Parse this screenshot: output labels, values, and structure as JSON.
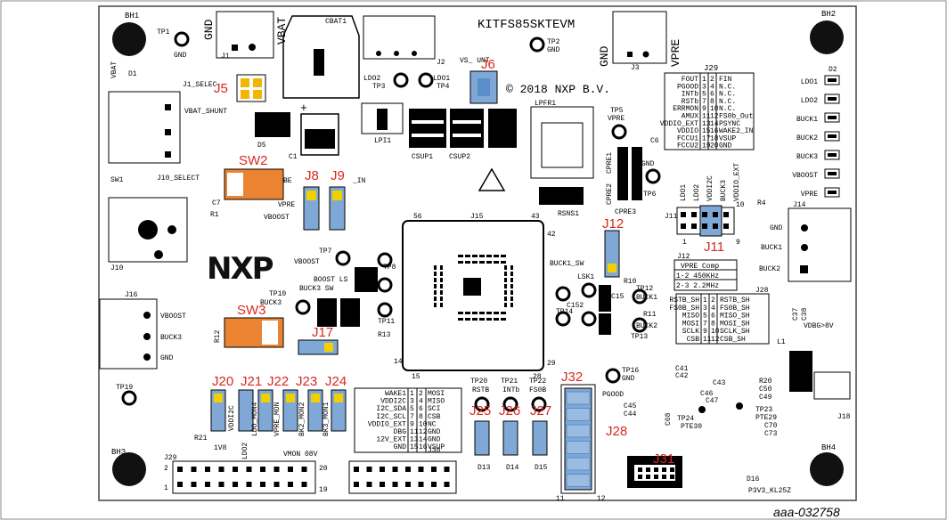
{
  "board": {
    "name": "KITFS85SKTEVM",
    "copyright": "© 2018 NXP B.V.",
    "logo": "NXP",
    "figure_id": "aaa-032758"
  },
  "jumper_labels": {
    "J5": "J5",
    "J6": "J6",
    "J8": "J8",
    "J9": "J9",
    "J11": "J11",
    "J12": "J12",
    "J17": "J17",
    "J20": "J20",
    "J21": "J21",
    "J22": "J22",
    "J23": "J23",
    "J24": "J24",
    "J25": "J25",
    "J26": "J26",
    "J27": "J27",
    "J28": "J28",
    "J31": "J31",
    "J32": "J32",
    "SW2": "SW2",
    "SW3": "SW3"
  },
  "silk": {
    "bh1": "BH1",
    "bh2": "BH2",
    "bh3": "BH3",
    "bh4": "BH4",
    "tp1": "TP1",
    "gnd": "GND",
    "vbat": "VBAT",
    "vpre": "VPRE",
    "cbat1": "CBAT1",
    "j1": "J1",
    "j2": "J2",
    "j3": "J3",
    "tp2": "TP2",
    "vs_unt": "VS_      UNT",
    "ldo2": "LDO2",
    "ldo1": "LDO1",
    "tp3": "TP3",
    "tp4": "TP4",
    "j1_selec": "J1_SELEC",
    "vbat_shunt": "VBAT_SHUNT",
    "d1": "D1",
    "d5": "D5",
    "c1": "C1",
    "lp1": "LPI1",
    "csup1": "CSUP1",
    "csup2": "CSUP2",
    "lpfr1": "LPFR1",
    "tp5": "TP5",
    "cpre1": "CPRE1",
    "cpre2": "CPRE2",
    "cpre3": "CPRE3",
    "c6": "C6",
    "tp6": "TP6",
    "rsns1": "RSNS1",
    "j15": "J15",
    "pin56": "56",
    "pin43": "43",
    "pin42": "42",
    "pin15": "15",
    "pin14": "14",
    "pin28": "28",
    "pin29": "29",
    "sw1": "SW1",
    "j10_select": "J10_SELECT",
    "c7": "C7",
    "r1": "R1",
    "vboost": "VBOOST",
    "j10": "J10",
    "be": "BE",
    "in": "_IN",
    "vpre2": "VPRE",
    "tp7": "TP7",
    "vboost2": "VBOOST",
    "tp8": "TP8",
    "boost_ls": "BOOST LS",
    "buck3_sw": "BUCK3 SW",
    "tp10": "TP10",
    "buck3": "BUCK3",
    "tp11": "TP11",
    "j16": "J16",
    "vboost3": "VBOOST",
    "buck3b": "BUCK3",
    "gnd3": "GND",
    "r12": "R12",
    "r13": "R13",
    "tp19": "TP19",
    "buck1_sw": "BUCK1_SW",
    "lsk1": "LSK1",
    "tp12": "TP12",
    "buck1": "BUCK1",
    "tp14": "TP14",
    "r11": "R11",
    "tp13": "TP13",
    "buck2": "BUCK2",
    "r10": "R10",
    "c15": "C15",
    "c152": "C152",
    "j29hdr": "J29",
    "j29_left": [
      "FOUT",
      "PGOOD",
      "INTb",
      "RSTb",
      "ERRMON",
      "AMUX",
      "VDDIO_EXT",
      "VDDIO",
      "FCCU1",
      "FCCU2"
    ],
    "j29_right": [
      "FIN",
      "N.C.",
      "N.C.",
      "N.C.",
      "N.C.",
      "FS0b_Out",
      "PSYNC",
      "WAKE2_IN",
      "VSUP",
      "GND"
    ],
    "j29_pins_l": [
      "1",
      "3",
      "5",
      "7",
      "9",
      "11",
      "13",
      "15",
      "17",
      "19"
    ],
    "j29_pins_r": [
      "2",
      "4",
      "6",
      "8",
      "10",
      "12",
      "14",
      "16",
      "18",
      "20"
    ],
    "d2": "D2",
    "ldo1r": "LDO1",
    "ldo2r": "LDO2",
    "buck1r": "BUCK1",
    "buck2r": "BUCK2",
    "buck3r": "BUCK3",
    "vboostr": "VBOOST",
    "vprer": "VPRE",
    "j11_cols": [
      "LDO1",
      "LDO2",
      "VDDI2C",
      "BUCK3",
      "VDDIO_EXT"
    ],
    "r4": "R4",
    "j14": "J14",
    "gnd14": "GND",
    "buck1_14": "BUCK1",
    "buck2_14": "BUCK2",
    "j11hdr": "J11",
    "j11_p1": "1",
    "j11_p9": "9",
    "j11_p10": "10",
    "j12hdr": "J12",
    "vpre_comp": "VPRE Comp",
    "comp_rows": [
      "1-2  450KHz",
      "2-3  2.2MHz"
    ],
    "j28hdr": "J28",
    "j28_left": [
      "RSTB_SH",
      "FS0B_SH",
      "MISO",
      "MOSI",
      "SCLK",
      "CSB"
    ],
    "j28_right": [
      "RSTB_SH",
      "FS0B_SH",
      "MISO_SH",
      "MOSI_SH",
      "SCLK_SH",
      "CSB_SH"
    ],
    "j28_pins_l": [
      "1",
      "3",
      "5",
      "7",
      "9",
      "11"
    ],
    "j28_pins_r": [
      "2",
      "4",
      "6",
      "8",
      "10",
      "12"
    ],
    "c37": "C37",
    "c38": "C38",
    "vdbg": "VDBG>8V",
    "l1": "L1",
    "j18": "J18",
    "c41": "C41",
    "c42": "C42",
    "c43": "C43",
    "c46": "C46",
    "c47": "C47",
    "r20": "R20",
    "c50": "C50",
    "c49": "C49",
    "tp23": "TP23",
    "pte29": "PTE29",
    "c70": "C70",
    "c73": "C73",
    "tp24": "TP24",
    "pte30": "PTE30",
    "tp16": "TP16",
    "gnd16": "GND",
    "pgood": "PGOOD",
    "c68": "C68",
    "c45": "C45",
    "c44": "C44",
    "j30hdr": "J30",
    "j30_left": [
      "WAKE1",
      "VDDI2C",
      "I2C_SDA",
      "I2C_SCL",
      "VDDIO_EXT",
      "DBG",
      "12V_EXT",
      "GND"
    ],
    "j30_right": [
      "MOSI",
      "MISO",
      "SCI",
      "CSB",
      "NC",
      "GND",
      "GND",
      "VSUP"
    ],
    "j30_pins_l": [
      "1",
      "3",
      "5",
      "7",
      "9",
      "11",
      "13",
      "15"
    ],
    "j30_pins_r": [
      "2",
      "4",
      "6",
      "8",
      "10",
      "12",
      "14",
      "16"
    ],
    "tp20": "TP20",
    "rstb": "RSTB",
    "tp21": "TP21",
    "intb": "INTb",
    "tp22": "TP22",
    "fs0b": "FS0B",
    "j28b": "J28",
    "j21": "J21",
    "j22": "J22",
    "j23": "J23",
    "j24": "J24",
    "j27": "J27",
    "vddi2c": "VDDI2C",
    "ldo_mon4": "LDO_MON4",
    "vpre_mon": "VPRE_MON",
    "bk2_mon2": "BK2_MON2",
    "bk3_mon1": "BK3_MON1",
    "vmon_08v": "VMON 08V",
    "r21": "R21",
    "v18": "1V8",
    "ldo2b": "LDO2",
    "j29b": "J29",
    "pin1": "1",
    "pin2": "2",
    "pin19": "19",
    "pin20": "20",
    "d13": "D13",
    "d14": "D14",
    "d15": "D15",
    "d16": "D16",
    "p3v3": "P3V3_KL25Z",
    "pin11": "11",
    "pin12": "12"
  }
}
